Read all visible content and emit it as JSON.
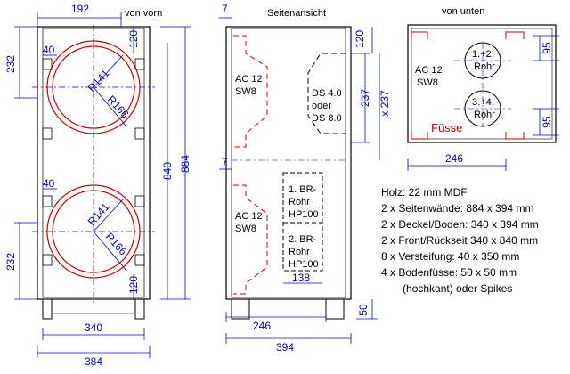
{
  "views": {
    "front": {
      "title": "von vorn"
    },
    "side": {
      "title": "Seitenansicht"
    },
    "bottom": {
      "title": "von unten"
    }
  },
  "dims": {
    "front": {
      "width_inner": "192",
      "h232_top": "232",
      "h232_bottom": "232",
      "v120_top": "120",
      "v120_bottom": "120",
      "brace_40_top": "40",
      "brace_40_bottom": "40",
      "h840": "840",
      "h884": "884",
      "w340": "340",
      "w384": "384",
      "r141_top": "R141",
      "r166_top": "R166",
      "r141_bottom": "R141",
      "r166_bottom": "R166"
    },
    "side": {
      "t7_top": "7",
      "t7_mid": "7",
      "v120": "120",
      "v237": "237",
      "vx237": "x 237",
      "w138": "138",
      "w246": "246",
      "w394": "394",
      "v50": "50"
    },
    "bottom": {
      "v95_top": "95",
      "v95_bottom": "95",
      "w246": "246"
    }
  },
  "side": {
    "driver_top_line1": "AC 12",
    "driver_top_line2": "SW8",
    "driver_bottom_line1": "AC 12",
    "driver_bottom_line2": "SW8",
    "xo_line1": "DS 4.0",
    "xo_line2": "oder",
    "xo_line3": "DS 8.0",
    "port1_line1": "1. BR-",
    "port1_line2": "Rohr",
    "port1_line3": "HP100",
    "port2_line1": "2. BR-",
    "port2_line2": "Rohr",
    "port2_line3": "HP100"
  },
  "bottom": {
    "driver_line1": "AC 12",
    "driver_line2": "SW8",
    "port12_line1": "1.+2.",
    "port12_line2": "Rohr",
    "port34_line1": "3.+4.",
    "port34_line2": "Rohr",
    "feet_label": "Füsse"
  },
  "specs": {
    "material": "Holz: 22 mm MDF",
    "lines": [
      "2 x Seitenwände:   884 x 394 mm",
      "2 x Deckel/Boden: 340 x 394 mm",
      "2 x Front/Rückseit 340 x 840 mm",
      "8 x Versteifung:      40 x 350 mm",
      "4 x Bodenfüsse:      50 x 50   mm"
    ],
    "note": "(hochkant) oder Spikes"
  },
  "colors": {
    "dimension": "#0000cc",
    "driver": "#cc0000",
    "outline": "#000000"
  }
}
